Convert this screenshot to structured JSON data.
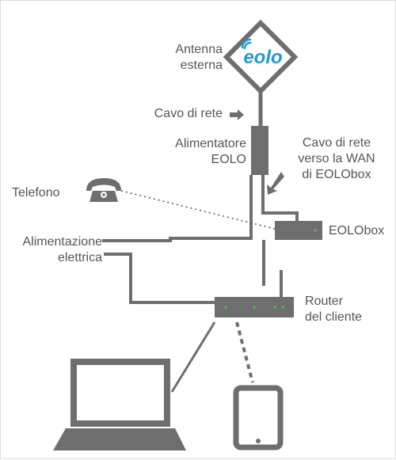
{
  "diagram": {
    "brand": {
      "logo_text": "eolo",
      "accent_color": "#1e9ad6"
    },
    "colors": {
      "device": "#6e6e6e",
      "line": "#6e6e6e",
      "text": "#555555",
      "led": "#55c24b"
    },
    "labels": {
      "antenna": [
        "Antenna",
        "esterna"
      ],
      "network_cable": "Cavo di rete",
      "power_supply": [
        "Alimentatore",
        "EOLO"
      ],
      "wan_cable": [
        "Cavo di rete",
        "verso la WAN",
        "di EOLObox"
      ],
      "phone": "Telefono",
      "power": [
        "Alimentazione",
        "elettrica"
      ],
      "eolobox": "EOLObox",
      "router": [
        "Router",
        "del cliente"
      ]
    },
    "icons": {
      "antenna": "antenna-diamond-icon",
      "phone": "telephone-icon",
      "laptop": "laptop-icon",
      "tablet": "tablet-icon",
      "arrow": "arrow-right-icon"
    }
  }
}
